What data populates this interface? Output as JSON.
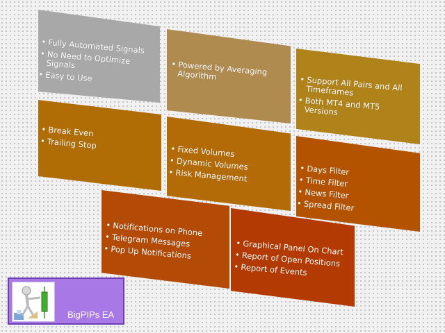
{
  "boxes": [
    {
      "id": "automation",
      "items": [
        "Fully Automated Signals",
        "No Need to Optimize Signals",
        "Easy to Use"
      ]
    },
    {
      "id": "algorithm",
      "items": [
        "Powered by Averaging Algorithm"
      ]
    },
    {
      "id": "timeframes",
      "items": [
        "Support All Pairs and All Timeframes",
        "Both MT4 and MT5 Versions"
      ]
    },
    {
      "id": "stops",
      "items": [
        "Break Even",
        "Trailing Stop"
      ]
    },
    {
      "id": "volumes",
      "items": [
        "Fixed Volumes",
        "Dynamic Volumes",
        "Risk Management"
      ]
    },
    {
      "id": "filters",
      "items": [
        "Days Filter",
        "Time Filter",
        "News Filter",
        "Spread Filter"
      ]
    },
    {
      "id": "notifications",
      "items": [
        "Notifications on Phone",
        "Telegram Messages",
        "Pop Up Notifications"
      ]
    },
    {
      "id": "reports",
      "items": [
        "Graphical Panel On Chart",
        "Report of Open Positions",
        "Report of Events"
      ]
    }
  ],
  "badge": {
    "title": "BigPIPs EA"
  },
  "colors": {
    "gray": "#a7a7a7",
    "tan": "#b08b4f",
    "gold": "#b0821a",
    "amber": "#b66d06",
    "orange": "#b35300",
    "red": "#b33a02",
    "badge": "#a879e6"
  }
}
